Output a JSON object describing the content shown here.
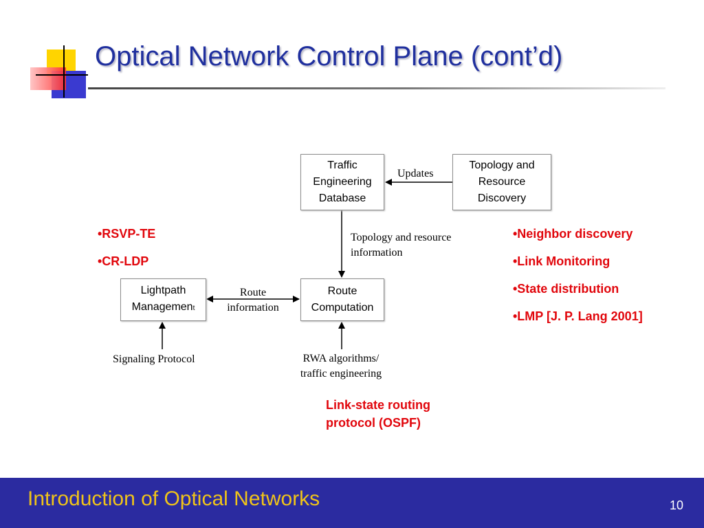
{
  "slide": {
    "title": "Optical Network Control Plane (cont’d)",
    "footer_title": "Introduction of Optical Networks",
    "page_number": "10"
  },
  "diagram": {
    "ted": [
      "Traffic",
      "Engineering",
      "Database"
    ],
    "topology_discovery": [
      "Topology and",
      "Resource",
      "Discovery"
    ],
    "route_computation": [
      "Route",
      "Computation"
    ],
    "lightpath_main": "Lightpath",
    "lightpath_line2": "Managemen",
    "lightpath_sub": "t",
    "updates_label": "Updates",
    "topo_info_label": [
      "Topology and resource",
      "information"
    ],
    "route_info_label": [
      "Route",
      "information"
    ],
    "signaling_label": "Signaling Protocol",
    "rwa_label": [
      "RWA algorithms/",
      "traffic engineering"
    ]
  },
  "left_bullets": [
    "•RSVP-TE",
    "•CR-LDP"
  ],
  "right_bullets": [
    "•Neighbor discovery",
    "•Link Monitoring",
    "•State distribution",
    "•LMP [J. P. Lang 2001]"
  ],
  "red_note": [
    "Link-state routing",
    "protocol (OSPF)"
  ],
  "colors": {
    "title": "#1f2f9e",
    "accent_red": "#e1060c",
    "footer_bg": "#2b2ba0",
    "footer_text": "#f0c419"
  }
}
